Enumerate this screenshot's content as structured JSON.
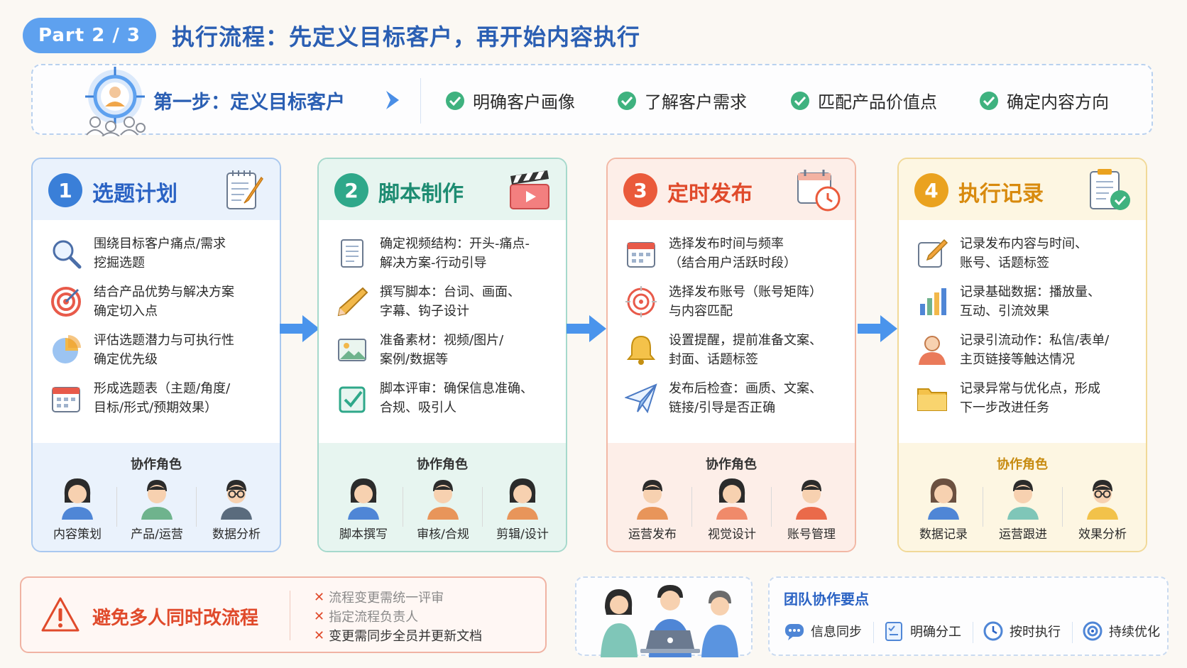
{
  "header": {
    "part": "Part 2 / 3",
    "title": "执行流程：先定义目标客户，再开始内容执行"
  },
  "step1": {
    "title": "第一步：定义目标客户",
    "checks": [
      "明确客户画像",
      "了解客户需求",
      "匹配产品价值点",
      "确定内容方向"
    ]
  },
  "roles_title": "协作角色",
  "columns": [
    {
      "num": "1",
      "title": "选题计划",
      "head_icon": "notepad-pencil-icon",
      "tasks": [
        {
          "icon": "magnifier-icon",
          "line1": "围绕目标客户痛点/需求",
          "line2": "挖掘选题"
        },
        {
          "icon": "target-icon",
          "line1": "结合产品优势与解决方案",
          "line2": "确定切入点"
        },
        {
          "icon": "pie-chart-icon",
          "line1": "评估选题潜力与可执行性",
          "line2": "确定优先级"
        },
        {
          "icon": "calendar-icon",
          "line1": "形成选题表（主题/角度/",
          "line2": "目标/形式/预期效果）"
        }
      ],
      "roles": [
        "内容策划",
        "产品/运营",
        "数据分析"
      ]
    },
    {
      "num": "2",
      "title": "脚本制作",
      "head_icon": "clapperboard-icon",
      "tasks": [
        {
          "icon": "document-icon",
          "line1": "确定视频结构：开头-痛点-",
          "line2": "解决方案-行动引导"
        },
        {
          "icon": "pencil-icon",
          "line1": "撰写脚本：台词、画面、",
          "line2": "字幕、钩子设计"
        },
        {
          "icon": "image-icon",
          "line1": "准备素材：视频/图片/",
          "line2": "案例/数据等"
        },
        {
          "icon": "checkbox-icon",
          "line1": "脚本评审：确保信息准确、",
          "line2": "合规、吸引人"
        }
      ],
      "roles": [
        "脚本撰写",
        "审核/合规",
        "剪辑/设计"
      ]
    },
    {
      "num": "3",
      "title": "定时发布",
      "head_icon": "calendar-clock-icon",
      "tasks": [
        {
          "icon": "calendar-icon",
          "line1": "选择发布时间与频率",
          "line2": "（结合用户活跃时段）"
        },
        {
          "icon": "target-icon",
          "line1": "选择发布账号（账号矩阵）",
          "line2": "与内容匹配"
        },
        {
          "icon": "bell-icon",
          "line1": "设置提醒，提前准备文案、",
          "line2": "封面、话题标签"
        },
        {
          "icon": "paper-plane-icon",
          "line1": "发布后检查：画质、文案、",
          "line2": "链接/引导是否正确"
        }
      ],
      "roles": [
        "运营发布",
        "视觉设计",
        "账号管理"
      ]
    },
    {
      "num": "4",
      "title": "执行记录",
      "head_icon": "clipboard-check-icon",
      "tasks": [
        {
          "icon": "edit-icon",
          "line1": "记录发布内容与时间、",
          "line2": "账号、话题标签"
        },
        {
          "icon": "bar-chart-icon",
          "line1": "记录基础数据：播放量、",
          "line2": "互动、引流效果"
        },
        {
          "icon": "person-icon",
          "line1": "记录引流动作：私信/表单/",
          "line2": "主页链接等触达情况"
        },
        {
          "icon": "folder-icon",
          "line1": "记录异常与优化点，形成",
          "line2": "下一步改进任务"
        }
      ],
      "roles": [
        "数据记录",
        "运营跟进",
        "效果分析"
      ]
    }
  ],
  "warning": {
    "title": "避免多人同时改流程",
    "items": [
      "流程变更需统一评审",
      "指定流程负责人",
      "变更需同步全员并更新文档"
    ]
  },
  "tips": {
    "title": "团队协作要点",
    "items": [
      {
        "icon": "chat-icon",
        "label": "信息同步"
      },
      {
        "icon": "task-list-icon",
        "label": "明确分工"
      },
      {
        "icon": "clock-icon",
        "label": "按时执行"
      },
      {
        "icon": "target-icon",
        "label": "持续优化"
      }
    ]
  },
  "colors": {
    "blue": "#3a7fd8",
    "green": "#2fa88a",
    "red": "#ea5a3b",
    "yellow": "#eaa21f"
  }
}
